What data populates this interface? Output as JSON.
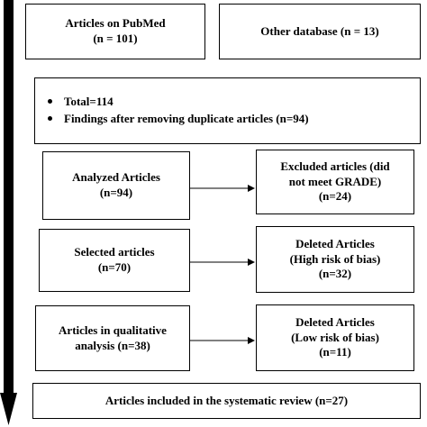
{
  "boxes": {
    "pubmed": {
      "line1": "Articles on PubMed",
      "line2": "(n = 101)"
    },
    "other": {
      "line1": "Other database (n = 13)"
    },
    "totals": {
      "items": [
        "Total=114",
        "Findings after removing duplicate articles (n=94)"
      ]
    },
    "analyzed": {
      "line1": "Analyzed Articles",
      "line2": "(n=94)"
    },
    "excluded": {
      "line1": "Excluded articles (did",
      "line2": "not meet GRADE)",
      "line3": "(n=24)"
    },
    "selected": {
      "line1": "Selected articles",
      "line2": "(n=70)"
    },
    "deleted_high": {
      "line1": "Deleted Articles",
      "line2": "(High risk of bias)",
      "line3": "(n=32)"
    },
    "qualitative": {
      "line1": "Articles in qualitative",
      "line2": "analysis (n=38)"
    },
    "deleted_low": {
      "line1": "Deleted Articles",
      "line2": "(Low risk of bias)",
      "line3": "(n=11)"
    },
    "included": {
      "line1": "Articles included in the systematic review (n=27)"
    }
  },
  "colors": {
    "arrow": "#000000",
    "border": "#000000",
    "background": "#ffffff"
  }
}
